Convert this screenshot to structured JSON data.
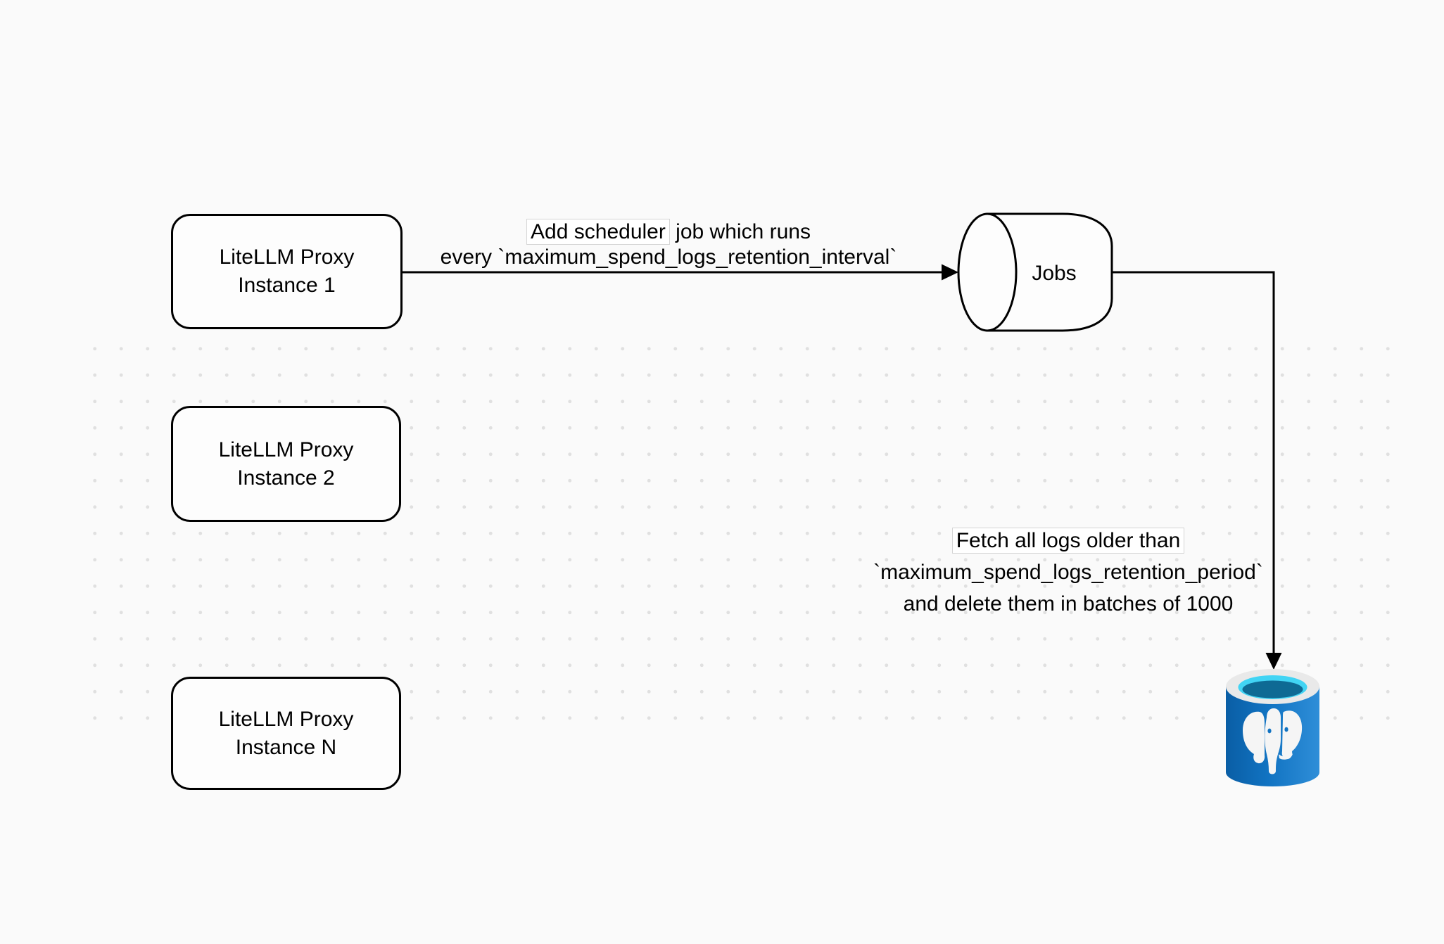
{
  "diagram": {
    "title": "LiteLLM spend logs retention scheduler diagram",
    "background_color": "#fafafa",
    "dot_color": "#e0e0e0",
    "stroke_color": "#000000",
    "nodes": {
      "instance1": {
        "line1": "LiteLLM Proxy",
        "line2": "Instance 1"
      },
      "instance2": {
        "line1": "LiteLLM Proxy",
        "line2": "Instance 2"
      },
      "instanceN": {
        "line1": "LiteLLM Proxy",
        "line2": "Instance N"
      },
      "jobs": {
        "label": "Jobs"
      },
      "postgres": {
        "icon": "postgresql-database-icon",
        "body_blue": "#1173c2",
        "body_blue_dark": "#0a5ea5",
        "body_blue_light": "#2f8ed8",
        "rim_gray": "#e9e9e9",
        "inner_cyan": "#41d4f4",
        "inner_dark_blue": "#0e6a94",
        "elephant_white": "#f5f5f5"
      }
    },
    "edges": {
      "add_scheduler": {
        "line1_highlighted": "Add scheduler",
        "line1_rest": " job which runs",
        "line2": "every `maximum_spend_logs_retention_interval`"
      },
      "fetch_logs": {
        "line1": "Fetch all logs older than",
        "line2": "`maximum_spend_logs_retention_period`",
        "line3": "and delete them in batches of 1000"
      }
    }
  }
}
